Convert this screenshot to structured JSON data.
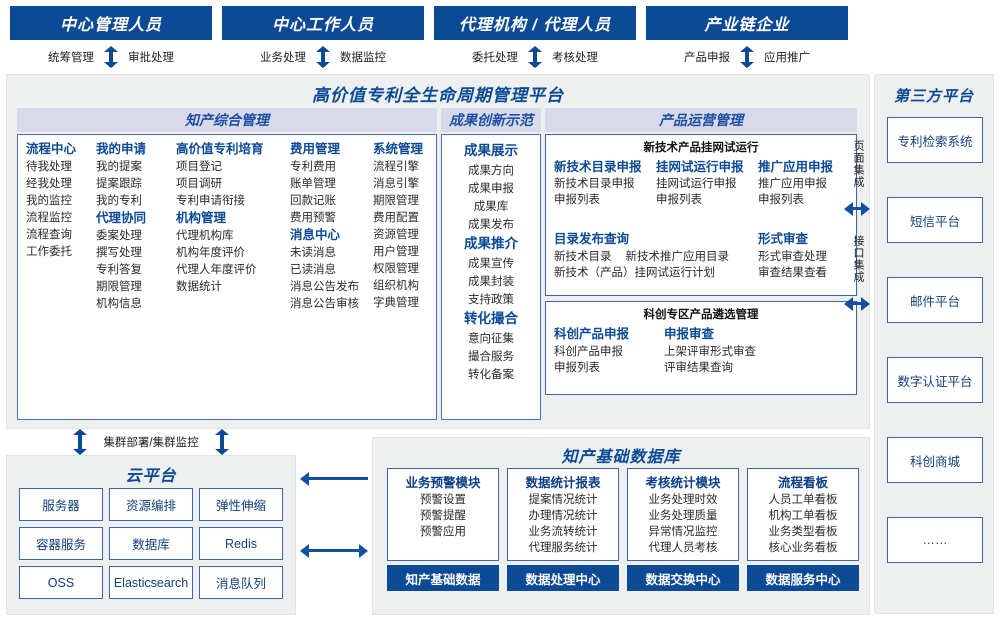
{
  "personas": [
    {
      "title": "中心管理人员",
      "tasks": [
        "统筹管理",
        "审批处理"
      ]
    },
    {
      "title": "中心工作人员",
      "tasks": [
        "业务处理",
        "数据监控"
      ]
    },
    {
      "title": "代理机构 / 代理人员",
      "tasks": [
        "委托处理",
        "考核处理"
      ]
    },
    {
      "title": "产业链企业",
      "tasks": [
        "产品申报",
        "应用推广"
      ]
    }
  ],
  "platform": {
    "title": "高价值专利全生命周期管理平台",
    "sections": {
      "ip_management": {
        "header": "知产综合管理",
        "columns": [
          {
            "groups": [
              {
                "title": "流程中心",
                "items": [
                  "待我处理",
                  "经我处理",
                  "我的监控",
                  "流程监控",
                  "流程查询",
                  "工作委托"
                ]
              }
            ]
          },
          {
            "groups": [
              {
                "title": "我的申请",
                "items": [
                  "我的提案",
                  "提案跟踪",
                  "我的专利"
                ]
              },
              {
                "title": "代理协同",
                "items": [
                  "委案处理",
                  "撰写处理",
                  "专利答复",
                  "期限管理",
                  "机构信息"
                ]
              }
            ]
          },
          {
            "groups": [
              {
                "title": "高价值专利培育",
                "items": [
                  "项目登记",
                  "项目调研",
                  "专利申请衔接"
                ]
              },
              {
                "title": "机构管理",
                "items": [
                  "代理机构库",
                  "机构年度评价",
                  "代理人年度评价",
                  "数据统计"
                ]
              }
            ]
          },
          {
            "groups": [
              {
                "title": "费用管理",
                "items": [
                  "专利费用",
                  "账单管理",
                  "回款记账",
                  "费用预警"
                ]
              },
              {
                "title": "消息中心",
                "items": [
                  "未读消息",
                  "已读消息",
                  "消息公告发布",
                  "消息公告审核"
                ]
              }
            ]
          },
          {
            "groups": [
              {
                "title": "系统管理",
                "items": [
                  "流程引擎",
                  "消息引擎",
                  "期限管理",
                  "费用配置",
                  "资源管理",
                  "用户管理",
                  "权限管理",
                  "组织机构",
                  "字典管理"
                ]
              }
            ]
          }
        ]
      },
      "achievement": {
        "header": "成果创新示范",
        "groups": [
          {
            "title": "成果展示",
            "items": [
              "成果方向",
              "成果申报",
              "成果库",
              "成果发布"
            ]
          },
          {
            "title": "成果推介",
            "items": [
              "成果宣传",
              "成果封装",
              "支持政策"
            ]
          },
          {
            "title": "转化撮合",
            "items": [
              "意向征集",
              "撮合服务",
              "转化备案"
            ]
          }
        ]
      },
      "product_ops": {
        "header": "产品运营管理",
        "sub_boxes": [
          {
            "title": "新技术产品挂网试运行",
            "rows": [
              [
                {
                  "title": "新技术目录申报",
                  "items": [
                    "新技术目录申报",
                    "申报列表"
                  ]
                },
                {
                  "title": "挂网试运行申报",
                  "items": [
                    "挂网试运行申报",
                    "申报列表"
                  ]
                },
                {
                  "title": "推广应用申报",
                  "items": [
                    "推广应用申报",
                    "申报列表"
                  ]
                }
              ],
              [
                {
                  "title": "目录发布查询",
                  "items": [
                    "新技术目录",
                    "新技术推广应用目录",
                    "新技术（产品）挂网试运行计划"
                  ]
                },
                {
                  "title": "形式审查",
                  "items": [
                    "形式审查处理",
                    "审查结果查看"
                  ]
                }
              ]
            ]
          },
          {
            "title": "科创专区产品遴选管理",
            "rows": [
              [
                {
                  "title": "科创产品申报",
                  "items": [
                    "科创产品申报",
                    "申报列表"
                  ]
                },
                {
                  "title": "申报审查",
                  "items": [
                    "上架评审形式审查",
                    "评审结果查询"
                  ]
                }
              ]
            ]
          }
        ]
      }
    }
  },
  "integration": {
    "page_integration": "页面集成",
    "api_integration": "接口集成"
  },
  "third_party": {
    "title": "第三方平台",
    "items": [
      "专利检索系统",
      "短信平台",
      "邮件平台",
      "数字认证平台",
      "科创商城",
      "……"
    ]
  },
  "cloud": {
    "connector_label": "集群部署/集群监控",
    "title": "云平台",
    "cells": [
      "服务器",
      "资源编排",
      "弹性伸缩",
      "容器服务",
      "数据库",
      "Redis",
      "OSS",
      "Elasticsearch",
      "消息队列"
    ]
  },
  "database": {
    "title": "知产基础数据库",
    "columns": [
      {
        "header": "业务预警模块",
        "items": [
          "预警设置",
          "预警提醒",
          "预警应用"
        ],
        "footer": "知产基础数据"
      },
      {
        "header": "数据统计报表",
        "items": [
          "提案情况统计",
          "办理情况统计",
          "业务流转统计",
          "代理服务统计"
        ],
        "footer": "数据处理中心"
      },
      {
        "header": "考核统计模块",
        "items": [
          "业务处理时效",
          "业务处理质量",
          "异常情况监控",
          "代理人员考核"
        ],
        "footer": "数据交换中心"
      },
      {
        "header": "流程看板",
        "items": [
          "人员工单看板",
          "机构工单看板",
          "业务类型看板",
          "核心业务看板"
        ],
        "footer": "数据服务中心"
      }
    ]
  },
  "colors": {
    "primary_blue": "#0c4a96",
    "panel_bg": "#eef0f0",
    "section_head_bg": "#d8daea",
    "border_blue": "#3a66b0"
  }
}
